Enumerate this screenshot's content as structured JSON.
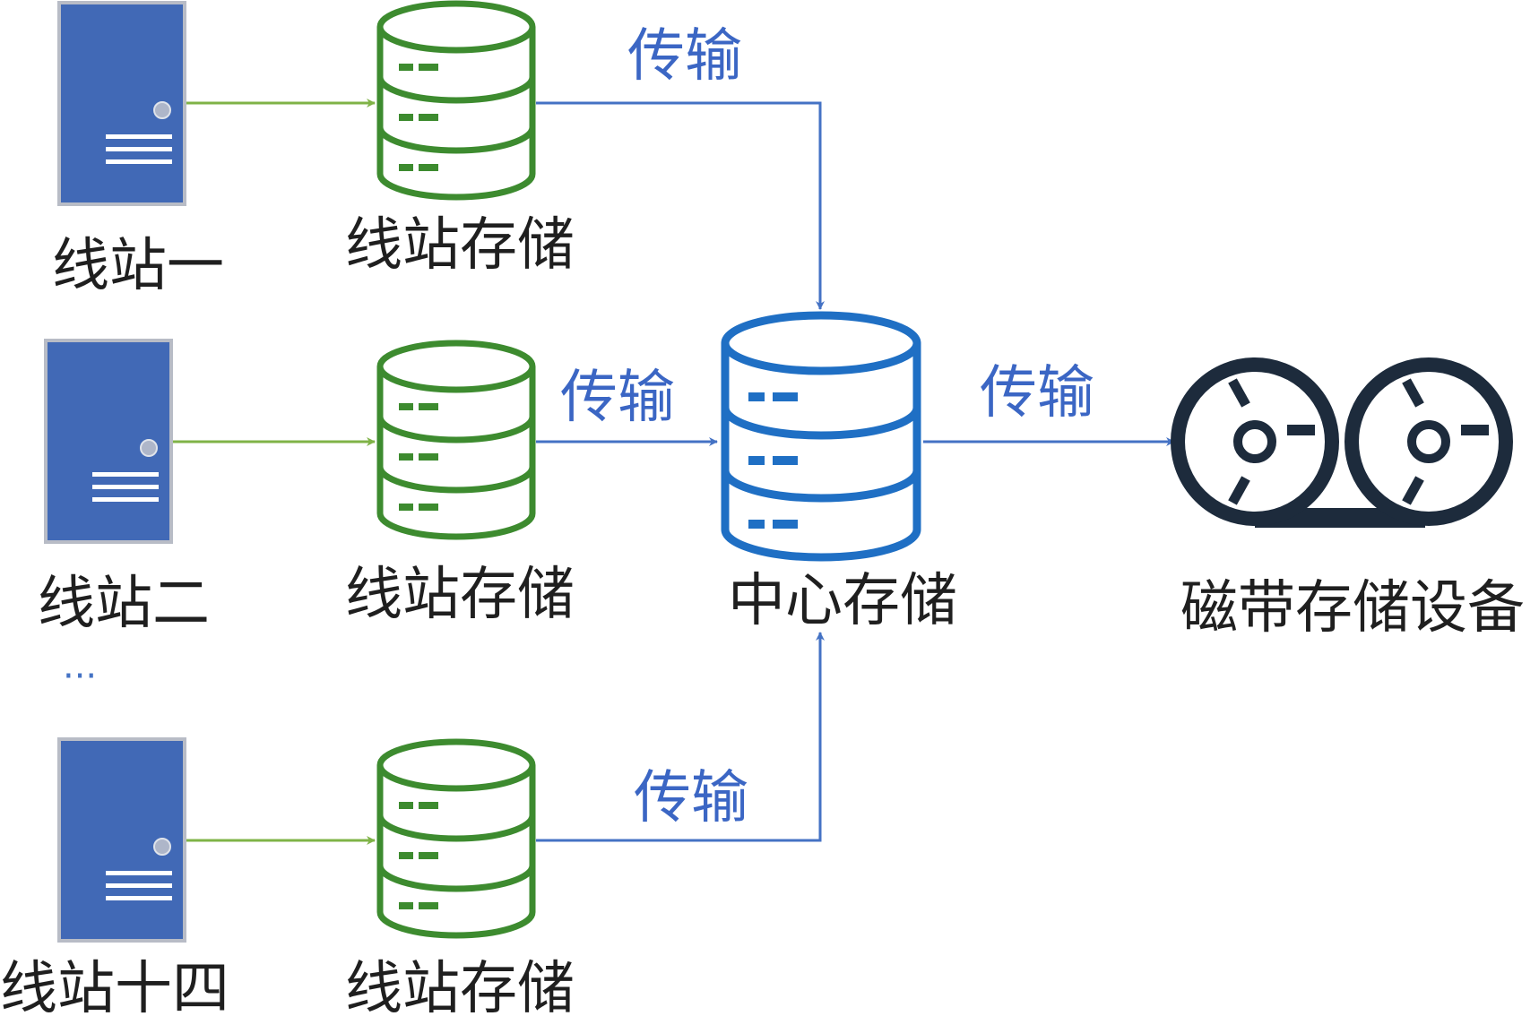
{
  "stations": [
    {
      "label": "线站一",
      "storage_label": "线站存储",
      "transfer_label": "传输"
    },
    {
      "label": "线站二",
      "storage_label": "线站存储",
      "transfer_label": "传输"
    },
    {
      "label": "线站十四",
      "storage_label": "线站存储",
      "transfer_label": "传输"
    }
  ],
  "ellipsis": "···",
  "center": {
    "label": "中心存储",
    "transfer_label": "传输"
  },
  "tape": {
    "label": "磁带存储设备"
  },
  "colors": {
    "server_blue": "#4169b6",
    "station_db_green": "#3d8b2f",
    "center_db_blue": "#1f6fc4",
    "arrow_green": "#7fb347",
    "arrow_blue": "#4472c4",
    "tape_navy": "#1d2b3c",
    "text": "#1f1f1f",
    "transfer_text": "#3b66c4"
  },
  "icons": {
    "server": "server-icon",
    "station_storage": "database-icon",
    "center_storage": "database-icon",
    "tape": "tape-reel-icon"
  }
}
